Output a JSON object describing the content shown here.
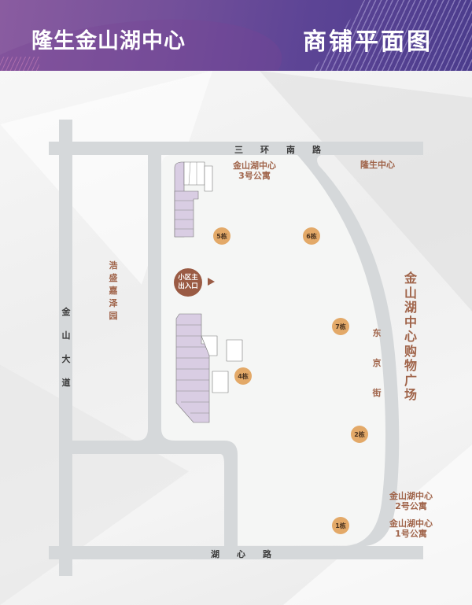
{
  "header": {
    "brand": "隆生金山湖中心",
    "title": "商铺平面图",
    "colors": {
      "gradient_start": "#8a5ca0",
      "gradient_end": "#4b3c8c",
      "text": "#ffffff"
    }
  },
  "roads": {
    "north": "三环南路",
    "south": "湖心路",
    "west": "金山大道",
    "east": "东京街",
    "color": "#d5d8da"
  },
  "places": {
    "apartment3": {
      "line1": "金山湖中心",
      "line2": "3号公寓"
    },
    "longsheng_center": "隆生中心",
    "haosheng": "浩盛嘉泽园",
    "mall": "金山湖中心购物广场",
    "apartment2": {
      "line1": "金山湖中心",
      "line2": "2号公寓"
    },
    "apartment1": {
      "line1": "金山湖中心",
      "line2": "1号公寓"
    },
    "label_color": "#a0644a"
  },
  "entrance": {
    "line1": "小区主",
    "line2": "出入口",
    "color": "#9a5b44"
  },
  "buildings": [
    {
      "id": "5",
      "label": "5栋"
    },
    {
      "id": "6",
      "label": "6栋"
    },
    {
      "id": "7",
      "label": "7栋"
    },
    {
      "id": "4",
      "label": "4栋"
    },
    {
      "id": "2",
      "label": "2栋"
    },
    {
      "id": "1",
      "label": "1栋"
    }
  ],
  "building_marker_color": "#e3a968",
  "shop_fill_color": "#d9cde3"
}
